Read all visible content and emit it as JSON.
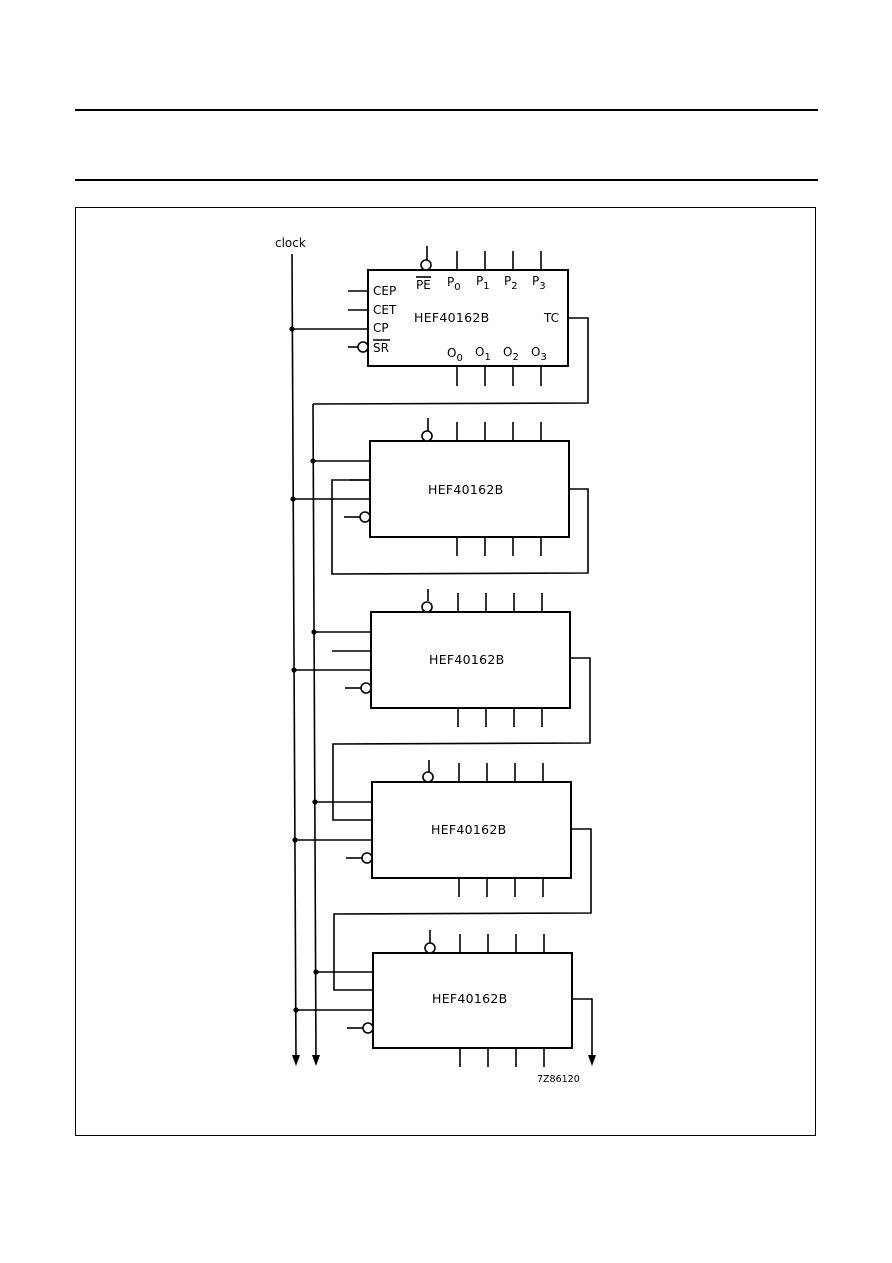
{
  "header": {
    "rules": 2
  },
  "diagram": {
    "clock_label": "clock",
    "chip_name": "HEF40162B",
    "figure_code": "7Z86120",
    "pin_labels": {
      "pe": "PE",
      "cep": "CEP",
      "cet": "CET",
      "cp": "CP",
      "sr": "SR",
      "tc": "TC",
      "p0": "P",
      "p0_sub": "0",
      "p1": "P",
      "p1_sub": "1",
      "p2": "P",
      "p2_sub": "2",
      "p3": "P",
      "p3_sub": "3",
      "o0": "O",
      "o0_sub": "0",
      "o1": "O",
      "o1_sub": "1",
      "o2": "O",
      "o2_sub": "2",
      "o3": "O",
      "o3_sub": "3"
    },
    "chip_count": 5
  }
}
